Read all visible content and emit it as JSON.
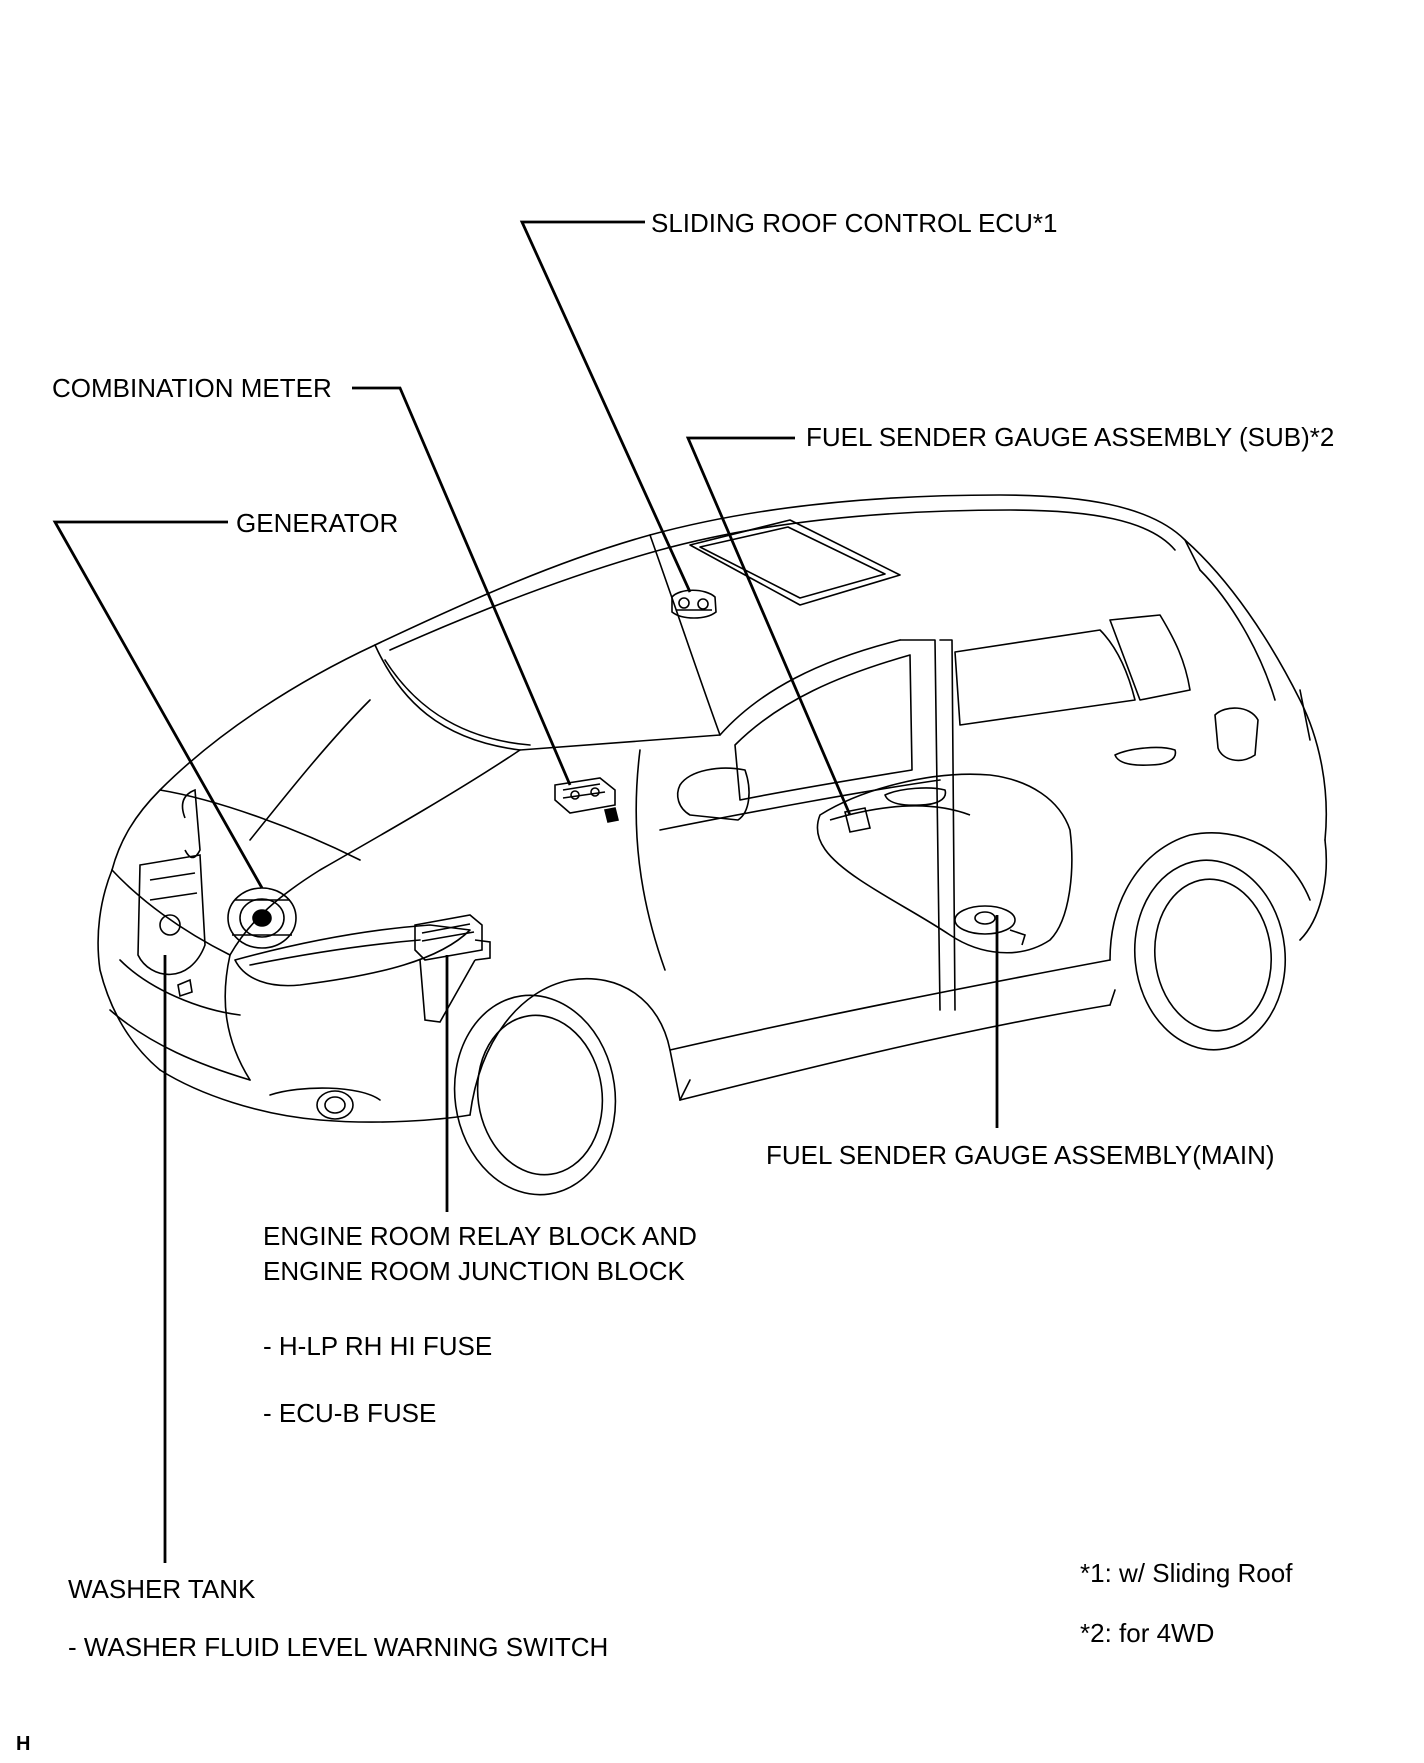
{
  "labels": {
    "sliding_roof_ecu": "SLIDING ROOF CONTROL ECU*1",
    "combination_meter": "COMBINATION METER",
    "fuel_sender_sub": "FUEL SENDER GAUGE ASSEMBLY (SUB)*2",
    "generator": "GENERATOR",
    "fuel_sender_main": "FUEL SENDER GAUGE ASSEMBLY(MAIN)",
    "engine_room_line1": "ENGINE ROOM RELAY BLOCK AND",
    "engine_room_line2": "ENGINE ROOM JUNCTION BLOCK",
    "fuse_hlp": "- H-LP RH HI FUSE",
    "fuse_ecub": "- ECU-B FUSE",
    "washer_tank": "WASHER TANK",
    "washer_switch": "- WASHER FLUID LEVEL WARNING SWITCH"
  },
  "notes": {
    "note1": "*1: w/ Sliding Roof",
    "note2": "*2: for 4WD"
  },
  "footer": {
    "marker": "H"
  }
}
